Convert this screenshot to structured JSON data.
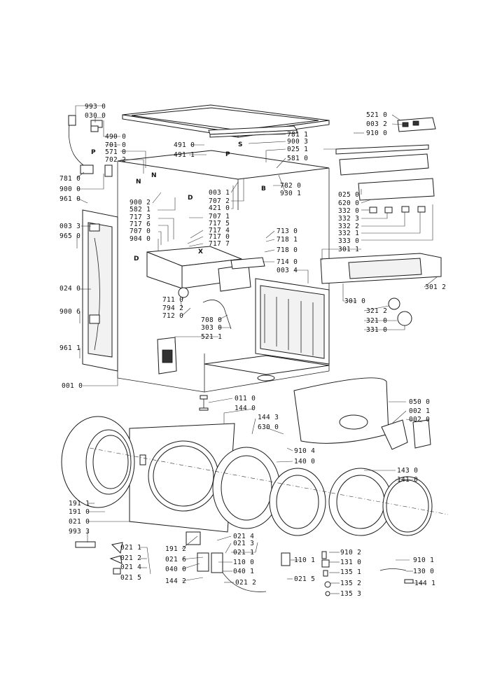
{
  "diagram": {
    "labels": [
      {
        "text": "993 0"
      },
      {
        "text": "030 0"
      },
      {
        "text": "490 0"
      },
      {
        "text": "701 0"
      },
      {
        "text": "571 0"
      },
      {
        "text": "702 2"
      },
      {
        "text": "781 0"
      },
      {
        "text": "900 0"
      },
      {
        "text": "961 0"
      },
      {
        "text": "003 3"
      },
      {
        "text": "965 0"
      },
      {
        "text": "024 0"
      },
      {
        "text": "900 6"
      },
      {
        "text": "961 1"
      },
      {
        "text": "001 0"
      },
      {
        "text": "491 0"
      },
      {
        "text": "491 1"
      },
      {
        "text": "900 2"
      },
      {
        "text": "582 1"
      },
      {
        "text": "717 3"
      },
      {
        "text": "717 6"
      },
      {
        "text": "707 0"
      },
      {
        "text": "904 0"
      },
      {
        "text": "003 1"
      },
      {
        "text": "707 2"
      },
      {
        "text": "421 0"
      },
      {
        "text": "707 1"
      },
      {
        "text": "717 5"
      },
      {
        "text": "717 4"
      },
      {
        "text": "717 0"
      },
      {
        "text": "717 7"
      },
      {
        "text": "781 1"
      },
      {
        "text": "900 3"
      },
      {
        "text": "025 1"
      },
      {
        "text": "581 0"
      },
      {
        "text": "782 0"
      },
      {
        "text": "930 1"
      },
      {
        "text": "521 0"
      },
      {
        "text": "003 2"
      },
      {
        "text": "910 0"
      },
      {
        "text": "025 0"
      },
      {
        "text": "620 0"
      },
      {
        "text": "332 0"
      },
      {
        "text": "332 3"
      },
      {
        "text": "332 2"
      },
      {
        "text": "332 1"
      },
      {
        "text": "333 0"
      },
      {
        "text": "301 1"
      },
      {
        "text": "713 0"
      },
      {
        "text": "718 1"
      },
      {
        "text": "718 0"
      },
      {
        "text": "714 0"
      },
      {
        "text": "003 4"
      },
      {
        "text": "301 0"
      },
      {
        "text": "301 2"
      },
      {
        "text": "321 2"
      },
      {
        "text": "321 0"
      },
      {
        "text": "331 0"
      },
      {
        "text": "711 0"
      },
      {
        "text": "794 2"
      },
      {
        "text": "712 0"
      },
      {
        "text": "708 0"
      },
      {
        "text": "303 0"
      },
      {
        "text": "521 1"
      },
      {
        "text": "011 0"
      },
      {
        "text": "144 0"
      },
      {
        "text": "144 3"
      },
      {
        "text": "630 0"
      },
      {
        "text": "910 4"
      },
      {
        "text": "140 0"
      },
      {
        "text": "050 0"
      },
      {
        "text": "002 1"
      },
      {
        "text": "002 0"
      },
      {
        "text": "143 0"
      },
      {
        "text": "141 0"
      },
      {
        "text": "191 1"
      },
      {
        "text": "191 0"
      },
      {
        "text": "021 0"
      },
      {
        "text": "993 3"
      },
      {
        "text": "021 1"
      },
      {
        "text": "021 2"
      },
      {
        "text": "021 4"
      },
      {
        "text": "021 5"
      },
      {
        "text": "191 2"
      },
      {
        "text": "021 6"
      },
      {
        "text": "040 0"
      },
      {
        "text": "144 2"
      },
      {
        "text": "021 4"
      },
      {
        "text": "021 3"
      },
      {
        "text": "021 1"
      },
      {
        "text": "110 0"
      },
      {
        "text": "040 1"
      },
      {
        "text": "021 2"
      },
      {
        "text": "110 1"
      },
      {
        "text": "021 5"
      },
      {
        "text": "910 2"
      },
      {
        "text": "131 0"
      },
      {
        "text": "135 1"
      },
      {
        "text": "135 2"
      },
      {
        "text": "135 3"
      },
      {
        "text": "910 1"
      },
      {
        "text": "130 0"
      },
      {
        "text": "144 1"
      }
    ],
    "letters": [
      "N",
      "N",
      "P",
      "P",
      "S",
      "B",
      "D",
      "D",
      "X"
    ]
  }
}
